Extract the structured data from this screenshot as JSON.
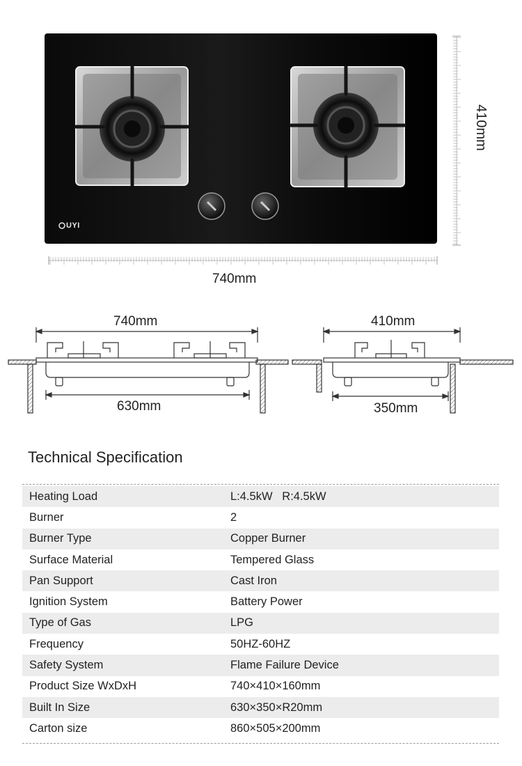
{
  "hero": {
    "brand_logo": "UYI",
    "width_label": "740mm",
    "depth_label": "410mm"
  },
  "front_view": {
    "width_label": "740mm",
    "cutout_label": "630mm"
  },
  "side_view": {
    "depth_label": "410mm",
    "cutout_label": "350mm"
  },
  "spec": {
    "title": "Technical Specification",
    "rows": [
      {
        "label": "Heating Load",
        "value": "L:4.5kW   R:4.5kW"
      },
      {
        "label": "Burner",
        "value": "2"
      },
      {
        "label": "Burner Type",
        "value": "Copper Burner"
      },
      {
        "label": "Surface Material",
        "value": "Tempered Glass"
      },
      {
        "label": "Pan Support",
        "value": "Cast Iron"
      },
      {
        "label": "Ignition System",
        "value": "Battery Power"
      },
      {
        "label": "Type of Gas",
        "value": "LPG"
      },
      {
        "label": "Frequency",
        "value": "50HZ-60HZ"
      },
      {
        "label": "Safety System",
        "value": "Flame Failure Device"
      },
      {
        "label": "Product Size WxDxH",
        "value": "740×410×160mm"
      },
      {
        "label": "Built In Size",
        "value": "630×350×R20mm"
      },
      {
        "label": "Carton size",
        "value": "860×505×200mm"
      }
    ]
  }
}
